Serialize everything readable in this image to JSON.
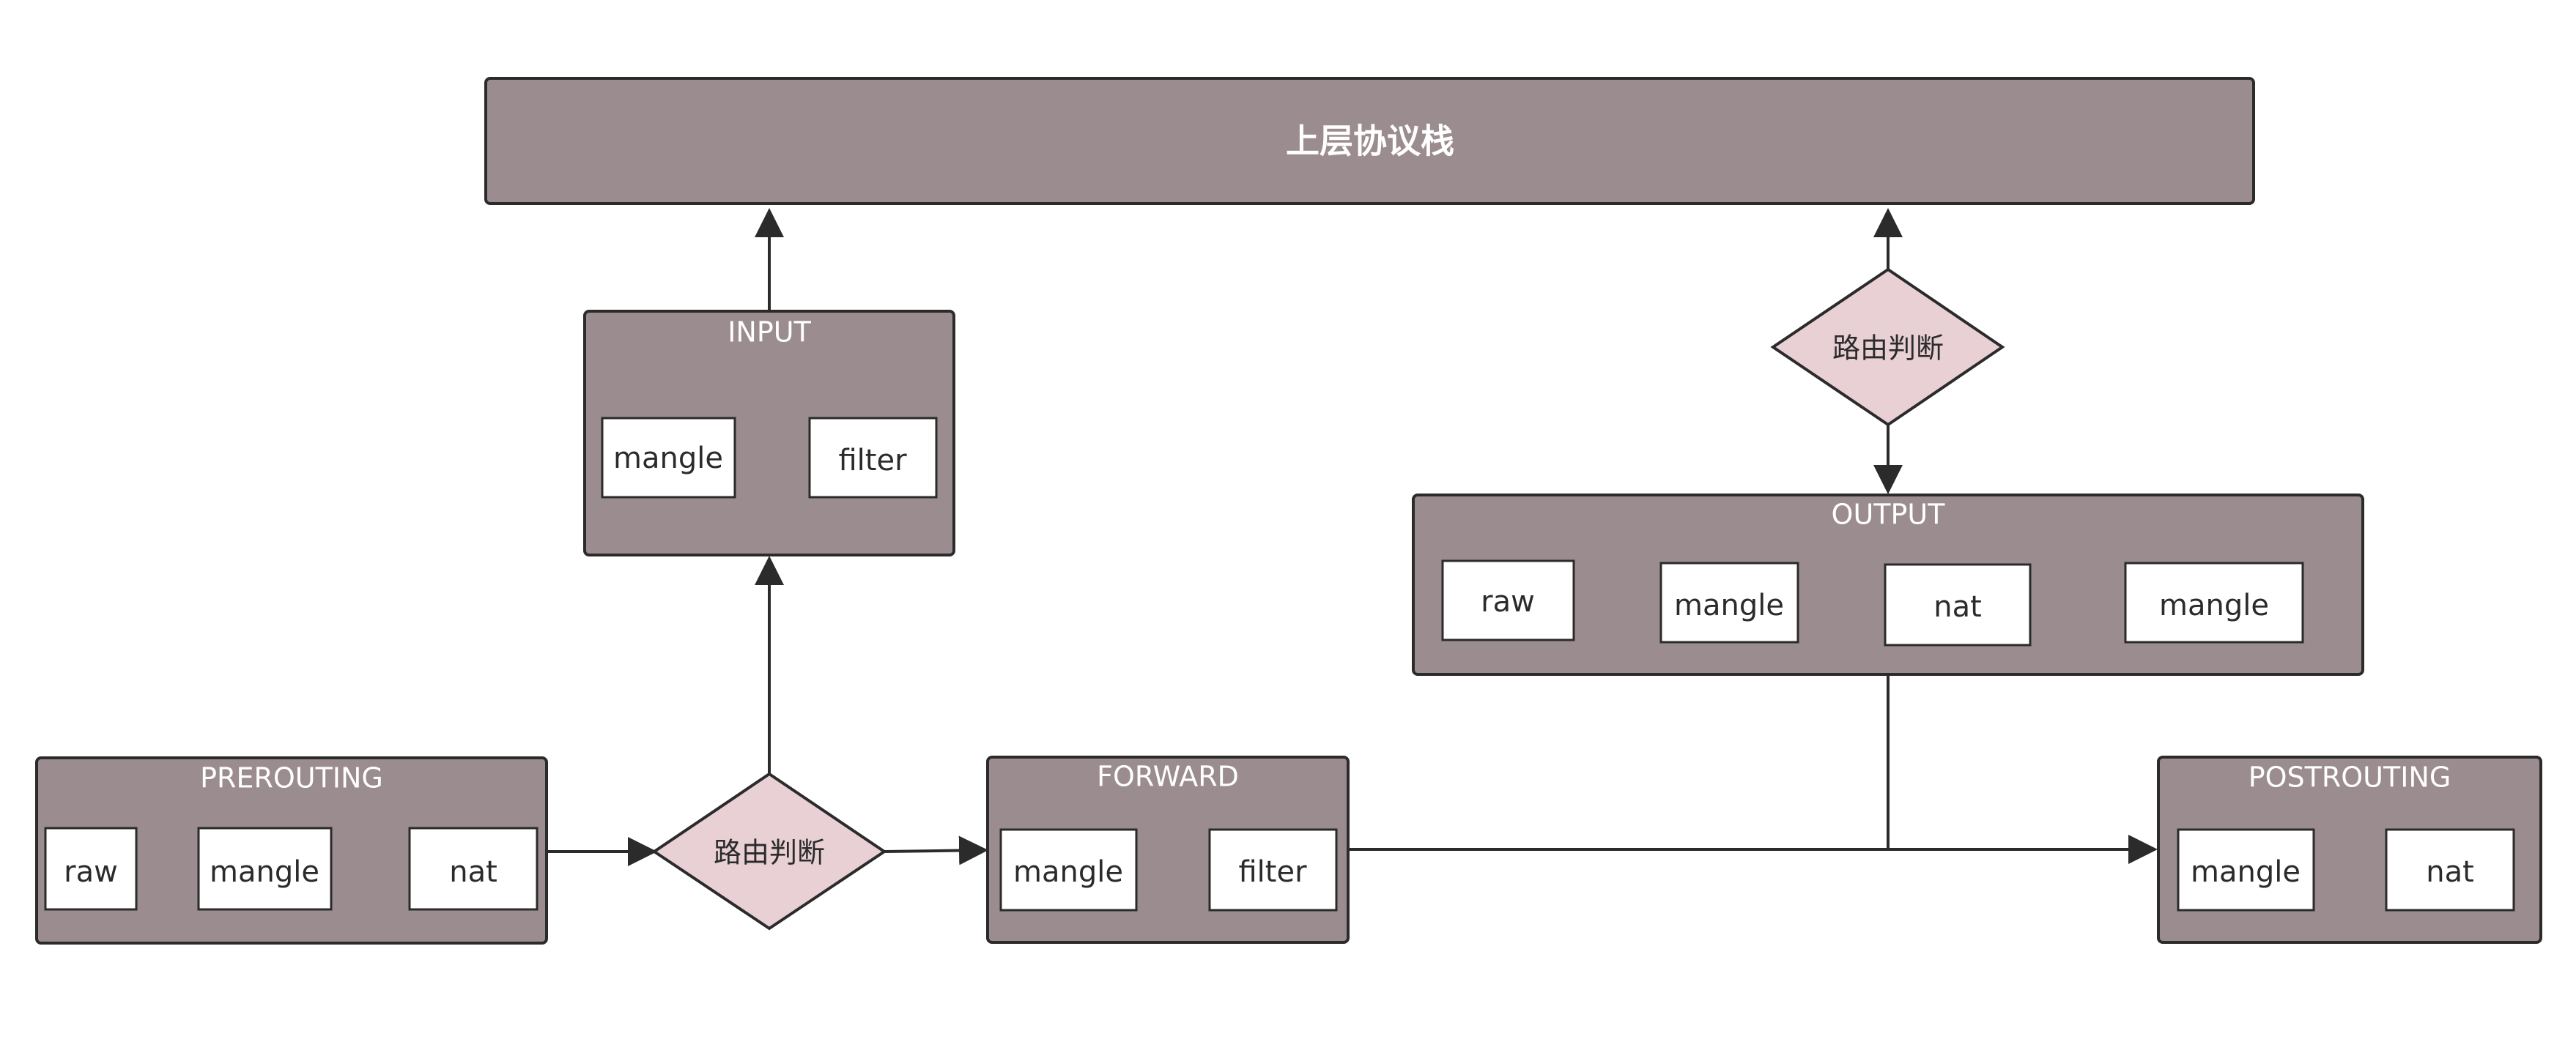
{
  "colors": {
    "panel_fill": "#9b8c8f",
    "diamond_fill": "#e8d0d5",
    "table_fill": "#ffffff",
    "stroke": "#2b2b2b",
    "panel_text": "#ffffff"
  },
  "top": {
    "title": "上层协议栈"
  },
  "chains": {
    "prerouting": {
      "title": "PREROUTING",
      "tables": [
        "raw",
        "mangle",
        "nat"
      ]
    },
    "input": {
      "title": "INPUT",
      "tables": [
        "mangle",
        "filter"
      ]
    },
    "forward": {
      "title": "FORWARD",
      "tables": [
        "mangle",
        "filter"
      ]
    },
    "output": {
      "title": "OUTPUT",
      "tables": [
        "raw",
        "mangle",
        "nat",
        "mangle"
      ]
    },
    "postrouting": {
      "title": "POSTROUTING",
      "tables": [
        "mangle",
        "nat"
      ]
    }
  },
  "decisions": {
    "pre_route": "路由判断",
    "out_route": "路由判断"
  }
}
